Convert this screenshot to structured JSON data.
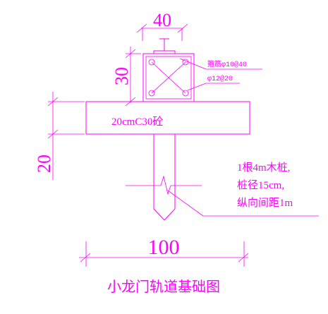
{
  "drawing": {
    "title": "小龙门轨道基础图",
    "dimensions": {
      "rail_width": "40",
      "rail_height": "30",
      "beam_depth": "20",
      "beam_length": "100"
    },
    "labels": {
      "stirrup": "箍筋φ10@40",
      "rebar": "φ12@20",
      "beam": "20cmC30砼",
      "pile_line1": "1根4m木桩,",
      "pile_line2": "桩径15cm,",
      "pile_line3": "纵向间距1m"
    },
    "colors": {
      "line": "#ff00ff",
      "background": "#ffffff"
    }
  }
}
